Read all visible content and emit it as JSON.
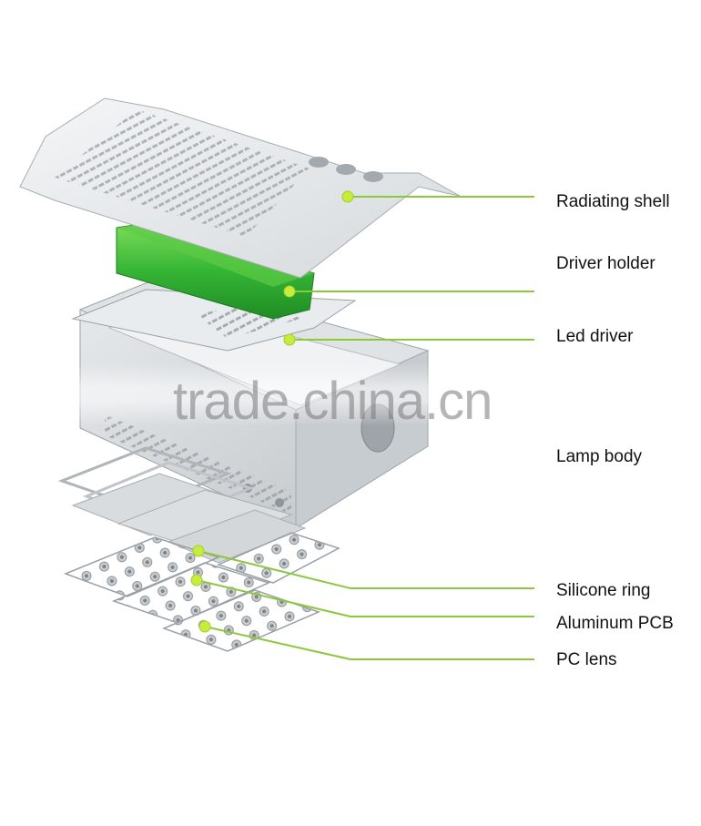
{
  "labels": [
    {
      "id": "radiating-shell",
      "text": "Radiating shell"
    },
    {
      "id": "driver-holder",
      "text": "Driver holder"
    },
    {
      "id": "led-driver",
      "text": "Led driver"
    },
    {
      "id": "lamp-body",
      "text": "Lamp body"
    },
    {
      "id": "silicone-ring",
      "text": "Silicone ring"
    },
    {
      "id": "aluminum-pcb",
      "text": "Aluminum PCB"
    },
    {
      "id": "pc-lens",
      "text": "PC lens"
    }
  ],
  "watermark": "trade.china.cn",
  "colors": {
    "leader": "#8cc83c",
    "dot": "#c8ec3c",
    "driver": "#3cb93c"
  }
}
